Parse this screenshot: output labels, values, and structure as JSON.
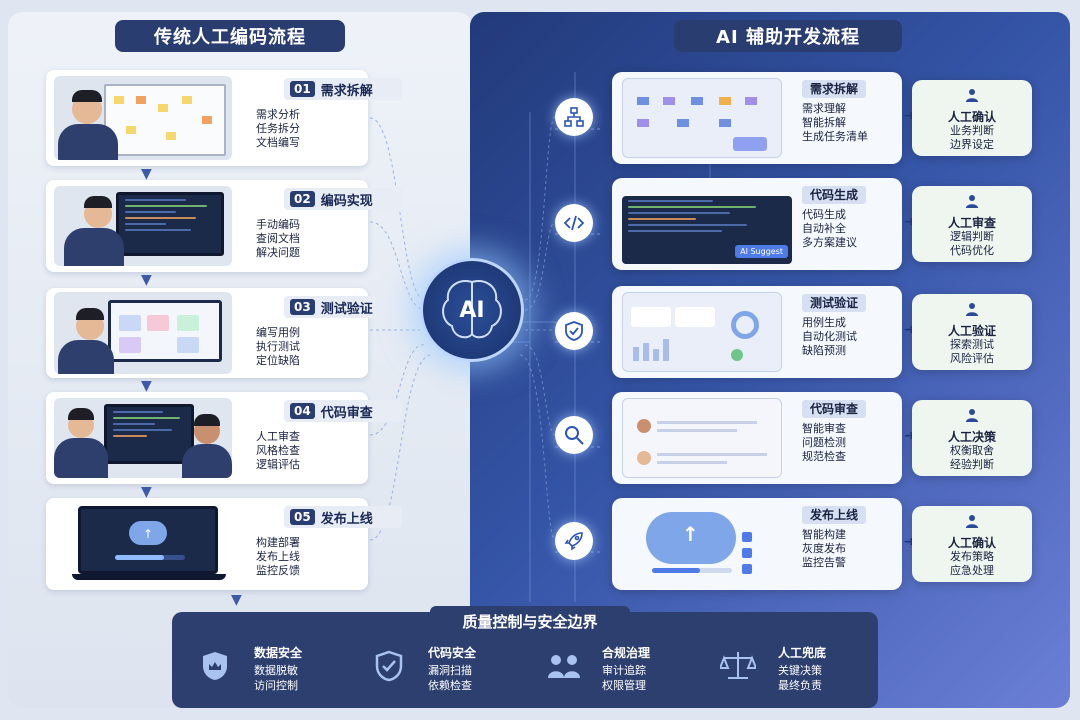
{
  "left": {
    "title": "传统人工编码流程",
    "steps": [
      {
        "num": "01",
        "title": "需求拆解",
        "items": [
          "需求分析",
          "任务拆分",
          "文档编写"
        ]
      },
      {
        "num": "02",
        "title": "编码实现",
        "items": [
          "手动编码",
          "查阅文档",
          "解决问题"
        ]
      },
      {
        "num": "03",
        "title": "测试验证",
        "items": [
          "编写用例",
          "执行测试",
          "定位缺陷"
        ]
      },
      {
        "num": "04",
        "title": "代码审查",
        "items": [
          "人工审查",
          "风格检查",
          "逻辑评估"
        ]
      },
      {
        "num": "05",
        "title": "发布上线",
        "items": [
          "构建部署",
          "发布上线",
          "监控反馈"
        ]
      }
    ]
  },
  "center": {
    "label": "AI"
  },
  "right": {
    "title": "AI 辅助开发流程",
    "ai_badge": "AI Suggest",
    "steps": [
      {
        "title": "需求拆解",
        "items": [
          "需求理解",
          "智能拆解",
          "生成任务清单"
        ],
        "icon": "flowchart-icon",
        "human": {
          "title": "人工确认",
          "items": [
            "业务判断",
            "边界设定"
          ]
        }
      },
      {
        "title": "代码生成",
        "items": [
          "代码生成",
          "自动补全",
          "多方案建议"
        ],
        "icon": "code-icon",
        "human": {
          "title": "人工审查",
          "items": [
            "逻辑判断",
            "代码优化"
          ]
        }
      },
      {
        "title": "测试验证",
        "items": [
          "用例生成",
          "自动化测试",
          "缺陷预测"
        ],
        "icon": "shield-check-icon",
        "human": {
          "title": "人工验证",
          "items": [
            "探索测试",
            "风险评估"
          ]
        }
      },
      {
        "title": "代码审查",
        "items": [
          "智能审查",
          "问题检测",
          "规范检查"
        ],
        "icon": "magnifier-icon",
        "human": {
          "title": "人工决策",
          "items": [
            "权衡取舍",
            "经验判断"
          ]
        }
      },
      {
        "title": "发布上线",
        "items": [
          "智能构建",
          "灰度发布",
          "监控告警"
        ],
        "icon": "rocket-icon",
        "human": {
          "title": "人工确认",
          "items": [
            "发布策略",
            "应急处理"
          ]
        }
      }
    ]
  },
  "bottom": {
    "title": "质量控制与安全边界",
    "items": [
      {
        "title": "数据安全",
        "items": [
          "数据脱敏",
          "访问控制"
        ],
        "icon": "data-shield-icon"
      },
      {
        "title": "代码安全",
        "items": [
          "漏洞扫描",
          "依赖检查"
        ],
        "icon": "shield-check-icon"
      },
      {
        "title": "合规治理",
        "items": [
          "审计追踪",
          "权限管理"
        ],
        "icon": "people-icon"
      },
      {
        "title": "人工兜底",
        "items": [
          "关键决策",
          "最终负责"
        ],
        "icon": "scales-icon"
      }
    ]
  },
  "colors": {
    "navy": "#2a3d70",
    "accent": "#3b5aa8",
    "right_bg": "#3454a6"
  }
}
